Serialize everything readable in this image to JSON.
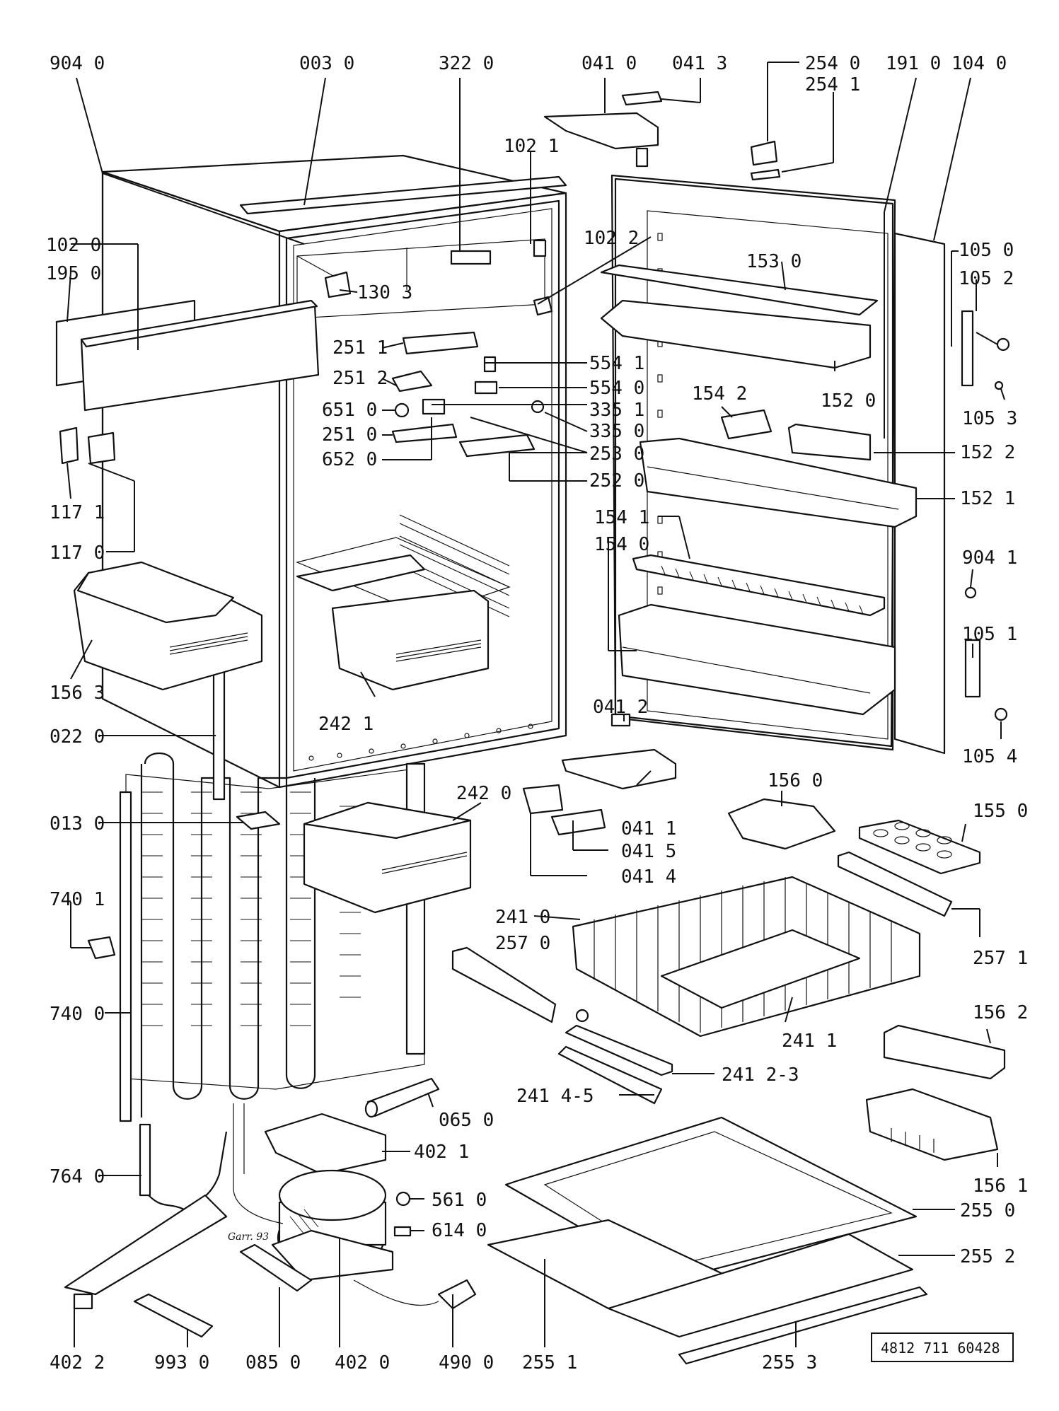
{
  "labels": {
    "l9040": "904 0",
    "l0030": "003 0",
    "l3220": "322 0",
    "l0410": "041 0",
    "l0413": "041 3",
    "l2540": "254 0",
    "l2541": "254 1",
    "l1910": "191 0",
    "l1040": "104 0",
    "l1021": "102 1",
    "l1022": "102 2",
    "l1020": "102 0",
    "l1950": "195 0",
    "l1303": "130 3",
    "l1530": "153 0",
    "l1050": "105 0",
    "l1052": "105 2",
    "l2511": "251 1",
    "l2512": "251 2",
    "l5541": "554 1",
    "l5540": "554 0",
    "l6510": "651 0",
    "l3351": "335 1",
    "l2510": "251 0",
    "l3350": "335 0",
    "l6520": "652 0",
    "l2530": "253 0",
    "l2520": "252 0",
    "l1542": "154 2",
    "l1520": "152 0",
    "l1053": "105 3",
    "l1522": "152 2",
    "l1521": "152 1",
    "l1171": "117 1",
    "l1170": "117 0",
    "l1541": "154 1",
    "l1540": "154 0",
    "l9041": "904 1",
    "l1051": "105 1",
    "l1563": "156 3",
    "l2421": "242 1",
    "l0412": "041 2",
    "l1054": "105 4",
    "l0220": "022 0",
    "l1560": "156 0",
    "l2420": "242 0",
    "l1550": "155 0",
    "l0130": "013 0",
    "l0411": "041 1",
    "l0415": "041 5",
    "l0414": "041 4",
    "l7401": "740 1",
    "l2410": "241 0",
    "l2570": "257 0",
    "l2571": "257 1",
    "l7400": "740 0",
    "l2411": "241 1",
    "l1562": "156 2",
    "l24123": "241 2-3",
    "l24145": "241 4-5",
    "l0650": "065 0",
    "l4021": "402 1",
    "l7640": "764 0",
    "l5610": "561 0",
    "l1561": "156 1",
    "l2550": "255 0",
    "l6140": "614 0",
    "l2552": "255 2",
    "l4022": "402 2",
    "l9930": "993 0",
    "l0850": "085 0",
    "l4020": "402 0",
    "l4900": "490 0",
    "l2551": "255 1",
    "l2553": "255 3"
  },
  "doc_number": "4812 711 60428",
  "signature": "Garr. 93"
}
